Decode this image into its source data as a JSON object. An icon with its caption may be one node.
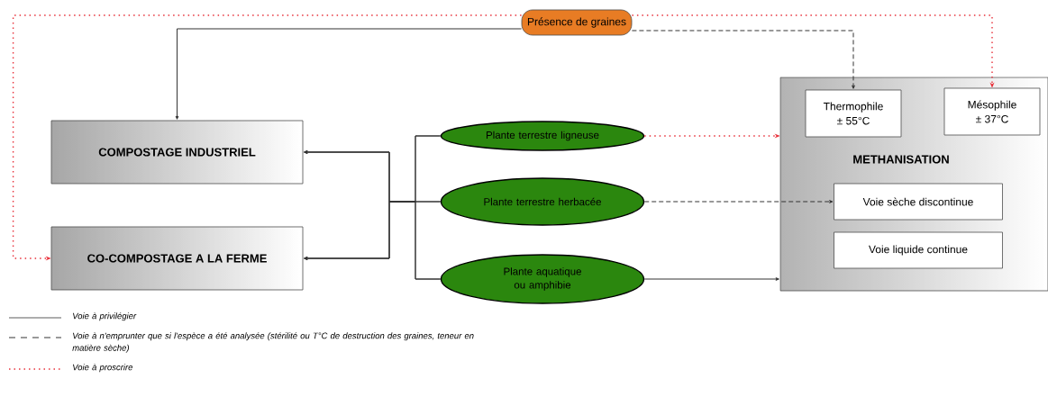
{
  "diagram": {
    "nodes": [
      {
        "text": [
          "Présence de graines"
        ]
      },
      {
        "text": [
          "COMPOSTAGE INDUSTRIEL"
        ]
      },
      {
        "text": [
          "CO-COMPOSTAGE A LA FERME"
        ]
      },
      {
        "text": [
          "Plante terrestre ligneuse"
        ]
      },
      {
        "text": [
          "Plante terrestre herbacée"
        ]
      },
      {
        "text": [
          "Plante aquatique ou amphibie"
        ]
      },
      {
        "text": [
          "METHANISATION"
        ]
      },
      {
        "text": [
          "Thermophile",
          "± 55°C"
        ],
        "in": 6
      },
      {
        "text": [
          "Mésophile",
          "± 37°C"
        ],
        "in": 6
      },
      {
        "text": [
          "Voie sèche discontinue"
        ],
        "in": 6
      },
      {
        "text": [
          "Voie liquide continue"
        ],
        "in": 6
      }
    ],
    "edges": [
      {
        "from": 0,
        "to": 1,
        "arrow": "to"
      },
      {
        "from": 0,
        "to": 2,
        "arrow": "to",
        "style": "dashed",
        "color": "#e8303a"
      },
      {
        "from": 0,
        "to": 7,
        "arrow": "to",
        "style": "dashed"
      },
      {
        "from": 0,
        "to": 8,
        "arrow": "to",
        "style": "dashed",
        "color": "#e8303a"
      },
      {
        "from": 3,
        "to": 1,
        "arrow": "to"
      },
      {
        "from": 3,
        "to": 2,
        "arrow": "to"
      },
      {
        "from": 4,
        "to": 1,
        "arrow": "to"
      },
      {
        "from": 4,
        "to": 2,
        "arrow": "to"
      },
      {
        "from": 5,
        "to": 1,
        "arrow": "to"
      },
      {
        "from": 5,
        "to": 2,
        "arrow": "to"
      },
      {
        "from": 3,
        "to": 6,
        "arrow": "to",
        "style": "dashed",
        "color": "#e8303a"
      },
      {
        "from": 4,
        "to": 9,
        "arrow": "to",
        "style": "dashed"
      },
      {
        "from": 5,
        "to": 6,
        "arrow": "to"
      }
    ],
    "legend": [
      {
        "text": "Voie à privilégier"
      },
      {
        "text": "Voie à n'emprunter que si l'espèce a été analysée (stérilité ou T°C de destruction des graines, teneur en matière sèche)"
      },
      {
        "text": "Voie à proscrire"
      }
    ]
  }
}
